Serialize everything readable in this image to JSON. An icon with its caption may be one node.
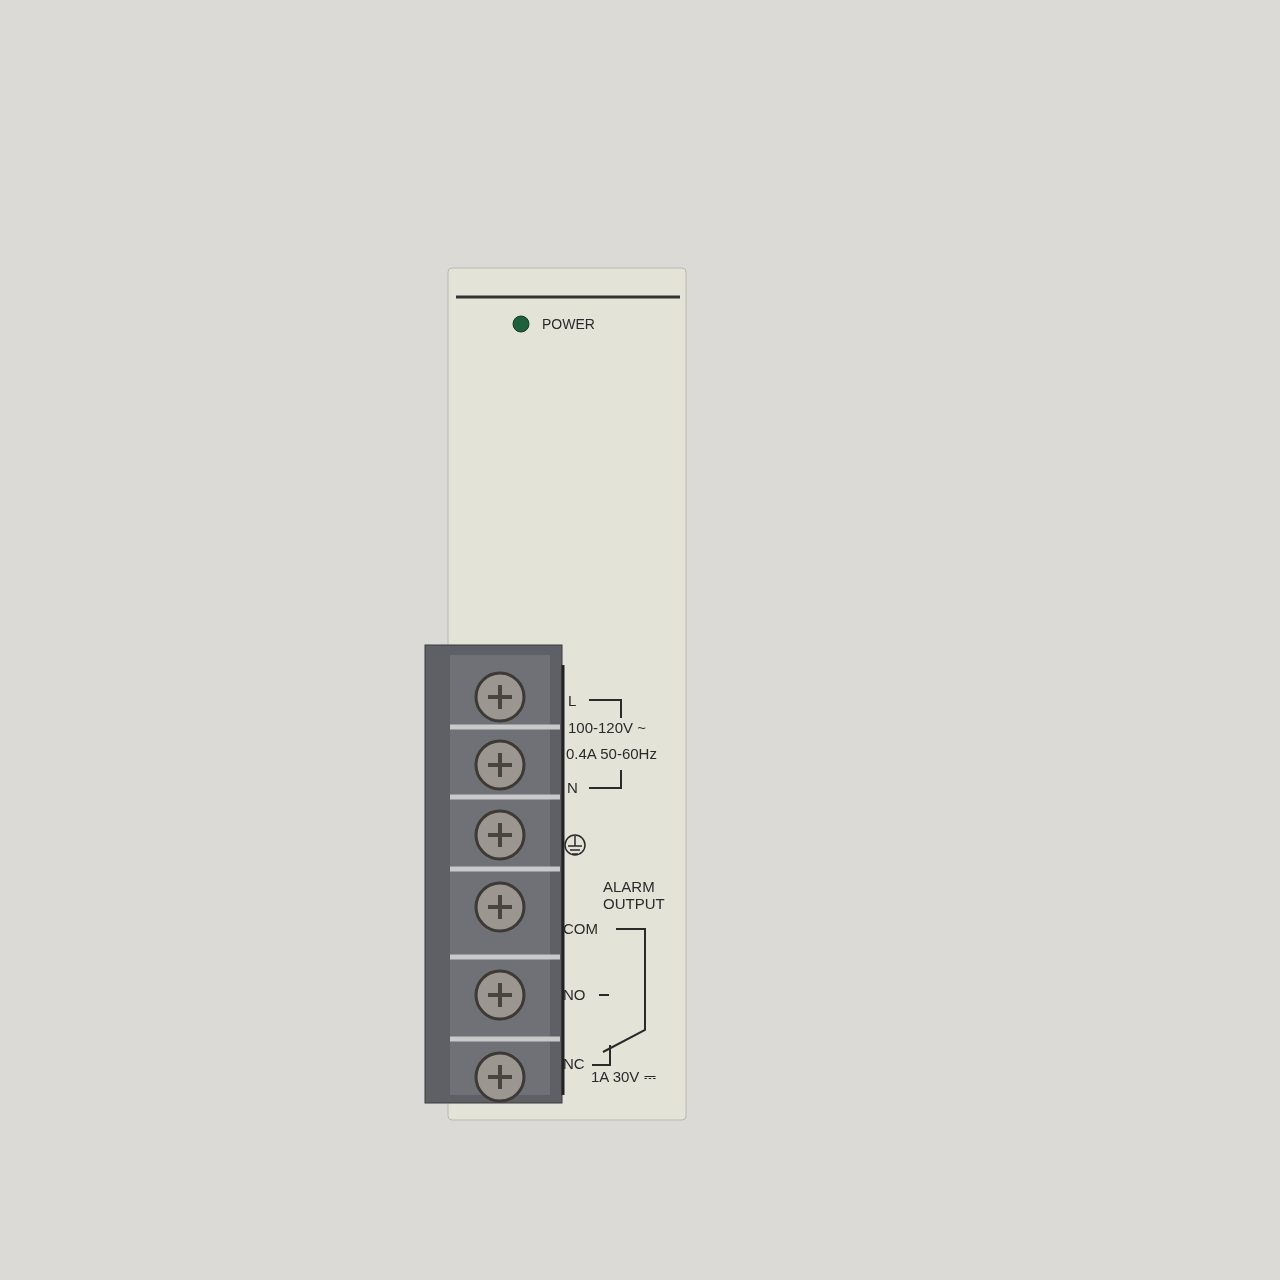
{
  "diagram": {
    "labels": [
      "POWER",
      "L",
      "100-120V ~",
      "0.4A 50-60Hz",
      "N",
      "ALARM OUTPUT",
      "COM",
      "NO",
      "NC",
      "1A 30V ⎓"
    ]
  }
}
